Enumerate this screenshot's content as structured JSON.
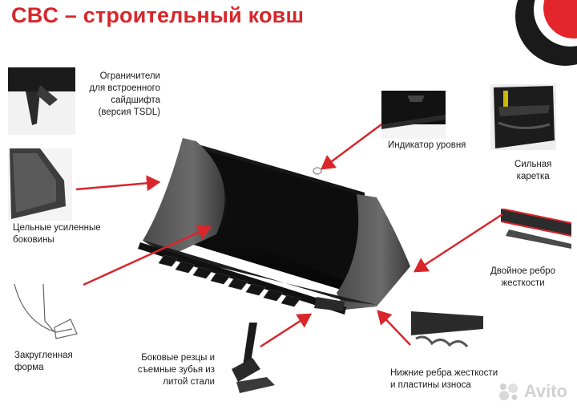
{
  "title": "CBC – строительный ковш",
  "brand": {
    "accent": "#d8262b",
    "logo_text": "Avito"
  },
  "callouts": {
    "limiters": "Ограничители\nдля встроенного\nсайдшифта\n(версия TSDL)",
    "level": "Индикатор уровня",
    "carriage": "Сильная\nкаретка",
    "sidewalls": "Цельные усиленные\nбоковины",
    "double_rib": "Двойное ребро\nжесткости",
    "rounded": "Закругленная\nформа",
    "cutters": "Боковые резцы и\nсъемные зубья из\nлитой стали",
    "bottom_ribs": "Нижние ребра жесткости\nи пластины износа"
  }
}
